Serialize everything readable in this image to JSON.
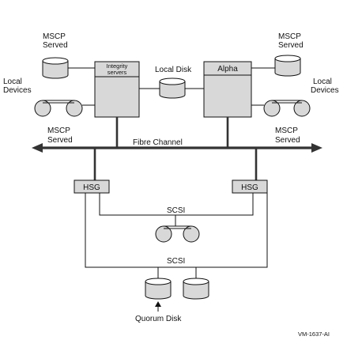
{
  "labels": {
    "mscp_served_top_left": [
      "MSCP",
      "Served"
    ],
    "mscp_served_top_right": [
      "MSCP",
      "Served"
    ],
    "local_devices_left": [
      "Local",
      "Devices"
    ],
    "local_devices_right": [
      "Local",
      "Devices"
    ],
    "mscp_served_mid_left": [
      "MSCP",
      "Served"
    ],
    "mscp_served_mid_right": [
      "MSCP",
      "Served"
    ],
    "local_disk": "Local Disk",
    "fibre_channel": "Fibre Channel",
    "scsi_1": "SCSI",
    "scsi_2": "SCSI",
    "quorum_disk": "Quorum Disk",
    "figure_id": "VM-1637-AI"
  },
  "nodes": {
    "integrity": [
      "Integrity",
      "servers"
    ],
    "alpha": "Alpha",
    "hsg_left": "HSG",
    "hsg_right": "HSG"
  }
}
